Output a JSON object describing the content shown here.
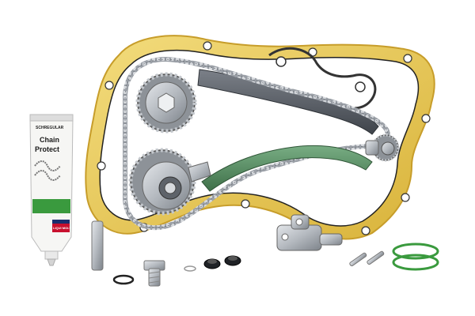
{
  "image": {
    "description_kind": "product-photo",
    "background_color": "#ffffff"
  },
  "tube": {
    "brand": "SCHREGULAR",
    "title_line1": "Chain",
    "title_line2": "Protect",
    "logo": "LIQUI MOLY",
    "band_color": "#3a9a3e",
    "accent_color": "#c8102e"
  },
  "colors": {
    "gasket": "#e8c64a",
    "chain": "#8a8f96",
    "guide_dark": "#5a5f66",
    "guide_green": "#4f8a5b",
    "metal": "#b9bec4"
  }
}
